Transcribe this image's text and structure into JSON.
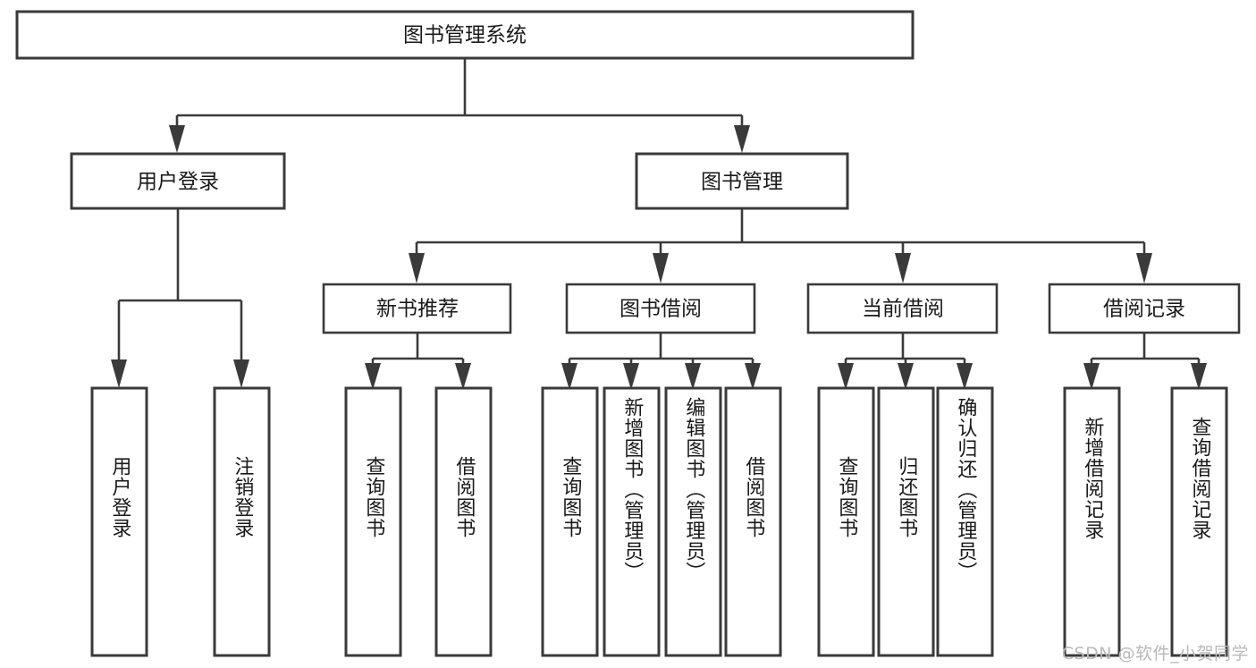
{
  "diagram": {
    "type": "tree",
    "title": "图书管理系统",
    "orientation": "top-down",
    "watermark": "CSDN @软件_小贺同学",
    "colors": {
      "stroke": "#3a3a3a",
      "fill": "#ffffff",
      "text": "#1a1a1a",
      "watermark": "#b9b9b9"
    },
    "root": {
      "label": "图书管理系统"
    },
    "level2": [
      {
        "label": "用户登录"
      },
      {
        "label": "图书管理"
      }
    ],
    "level3": [
      {
        "label": "新书推荐"
      },
      {
        "label": "图书借阅"
      },
      {
        "label": "当前借阅"
      },
      {
        "label": "借阅记录"
      }
    ],
    "leaves": {
      "user_login": [
        {
          "label": "用户登录"
        },
        {
          "label": "注销登录"
        }
      ],
      "new_book_recommend": [
        {
          "label": "查询图书"
        },
        {
          "label": "借阅图书"
        }
      ],
      "book_borrow": [
        {
          "label": "查询图书"
        },
        {
          "label": "新增图书（管理员）"
        },
        {
          "label": "编辑图书（管理员）"
        },
        {
          "label": "借阅图书"
        }
      ],
      "current_borrow": [
        {
          "label": "查询图书"
        },
        {
          "label": "归还图书"
        },
        {
          "label": "确认归还（管理员）"
        }
      ],
      "borrow_record": [
        {
          "label": "新增借阅记录"
        },
        {
          "label": "查询借阅记录"
        }
      ]
    }
  }
}
